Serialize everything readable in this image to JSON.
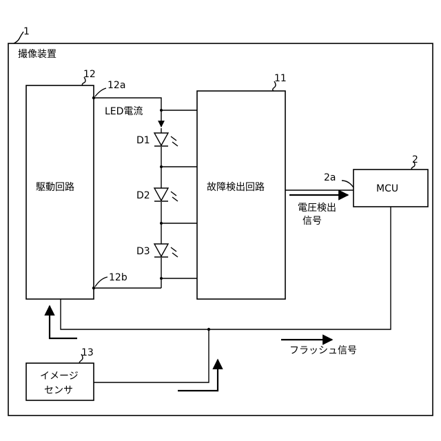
{
  "labels": {
    "device_ref": "1",
    "device_name": "撮像装置",
    "drive_ref": "12",
    "drive_name": "駆動回路",
    "terminal_a": "12a",
    "terminal_b": "12b",
    "led_current": "LED電流",
    "d1": "D1",
    "d2": "D2",
    "d3": "D3",
    "fault_ref": "11",
    "fault_name": "故障検出回路",
    "mcu_ref": "2",
    "mcu_name": "MCU",
    "mcu_terminal": "2a",
    "voltage_line1": "電圧検出",
    "voltage_line2": "信号",
    "flash_signal": "フラッシュ信号",
    "sensor_ref": "13",
    "sensor_line1": "イメージ",
    "sensor_line2": "センサ"
  },
  "colors": {
    "line": "#000000",
    "background": "#ffffff"
  }
}
